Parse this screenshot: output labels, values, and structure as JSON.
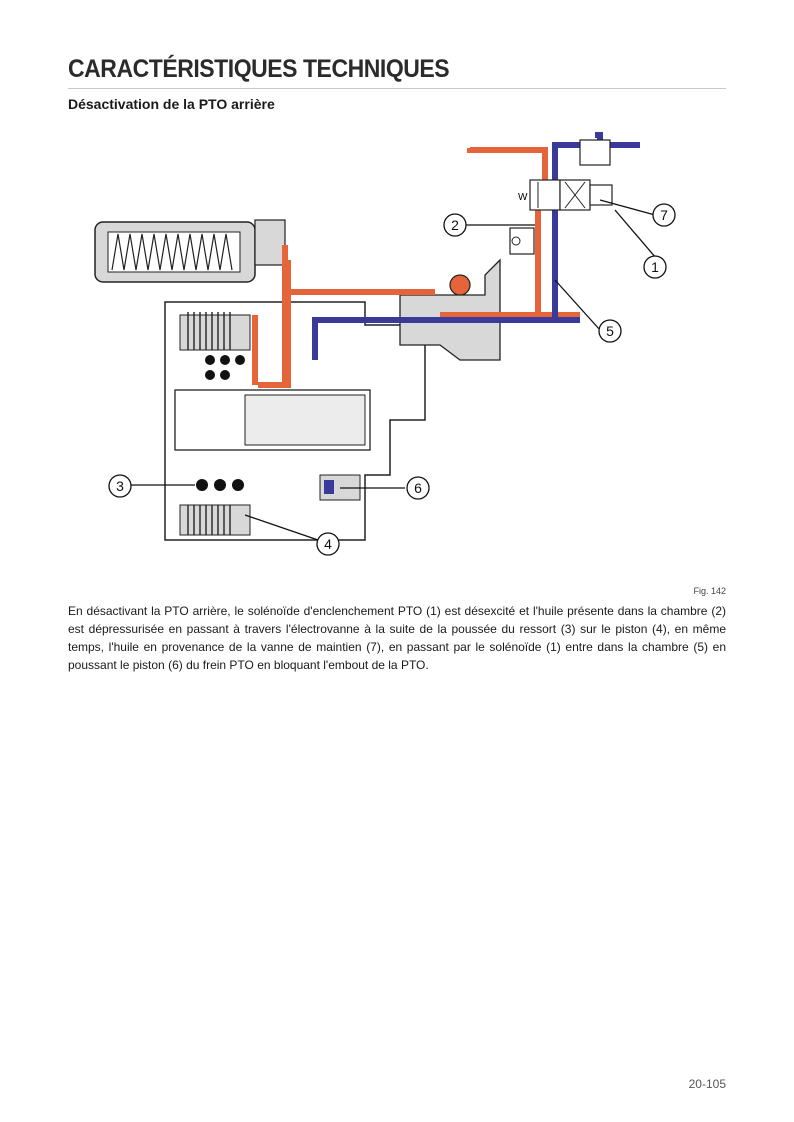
{
  "header": {
    "title": "CARACTÉRISTIQUES TECHNIQUES",
    "subtitle": "Désactivation de la PTO arrière"
  },
  "figure": {
    "caption": "Fig. 142",
    "callouts": [
      "1",
      "2",
      "3",
      "4",
      "5",
      "6",
      "7"
    ],
    "valve_symbol_label": "W",
    "colors": {
      "oil_pressure": "#e5643a",
      "oil_brake": "#3a3a9a",
      "outline": "#222222",
      "body_fill": "#ffffff",
      "section_fill": "#d8d8d8"
    }
  },
  "body": {
    "paragraph": "En désactivant la PTO arrière, le solénoïde d'enclenchement PTO (1) est désexcité et l'huile présente dans la chambre (2) est dépressurisée en passant à travers l'électrovanne à la suite de la poussée du ressort (3) sur le piston (4), en même temps, l'huile en provenance de la vanne de maintien (7), en passant par le solénoïde (1) entre dans la chambre (5) en poussant le piston (6) du frein PTO en bloquant l'embout de la PTO."
  },
  "footer": {
    "page_number": "20-105"
  }
}
